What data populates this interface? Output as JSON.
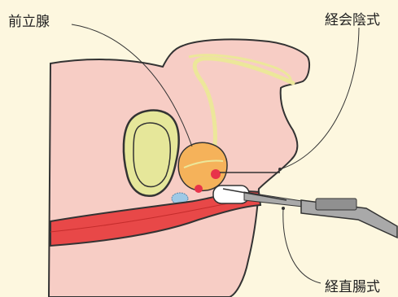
{
  "labels": {
    "prostate": "前立腺",
    "transperineal": "経会陰式",
    "transrectal": "経直腸式"
  },
  "colors": {
    "background": "#fdf7df",
    "body": "#f7cdc5",
    "body_outline": "#333333",
    "bladder": "#e6e79a",
    "prostate": "#f5b25a",
    "lesion": "#e8334a",
    "rectum": "#e84848",
    "urethra": "#ece79a",
    "seminal_vesicle": "#9ec9e6",
    "probe": "#a9a9a9"
  },
  "icons": [
    "prostate-icon",
    "bladder-icon",
    "rectum-icon",
    "ultrasound-probe-icon",
    "biopsy-needle-icon"
  ]
}
